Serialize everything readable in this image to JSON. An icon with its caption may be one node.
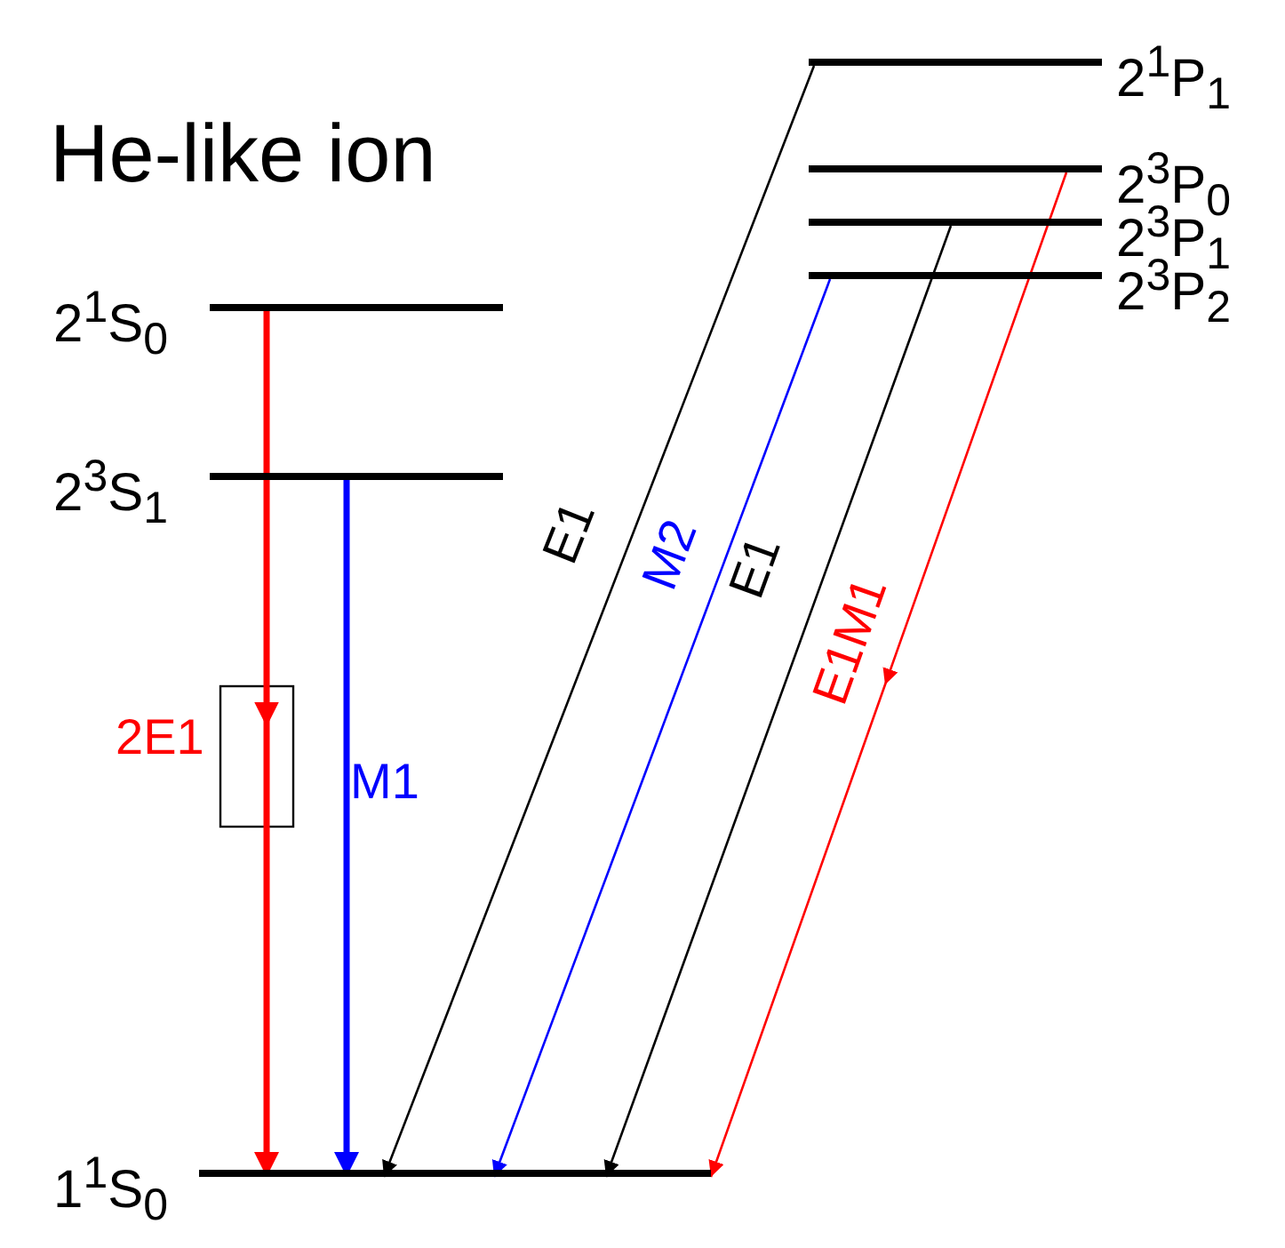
{
  "diagram": {
    "title": "He-like ion",
    "nodes": [
      {
        "text": [
          "1$^{1}$S$_{0}$"
        ]
      },
      {
        "text": [
          "2$^{1}$S$_{0}$"
        ]
      },
      {
        "text": [
          "2$^{3}$S$_{1}$"
        ]
      },
      {
        "text": [
          "2$^{1}$P$_{1}$"
        ]
      },
      {
        "text": [
          "2$^{3}$P$_{0}$"
        ]
      },
      {
        "text": [
          "2$^{3}$P$_{1}$"
        ]
      },
      {
        "text": [
          "2$^{3}$P$_{2}$"
        ]
      }
    ],
    "edges": [
      {
        "from": 1,
        "to": 0,
        "arrow": "to",
        "label": "2E1",
        "style": "thick",
        "color": "#ff0000"
      },
      {
        "from": 2,
        "to": 0,
        "arrow": "to",
        "label": "M1",
        "style": "thick",
        "color": "#0000ff"
      },
      {
        "from": 3,
        "to": 0,
        "arrow": "to",
        "label": "E1",
        "color": "#000000"
      },
      {
        "from": 6,
        "to": 0,
        "arrow": "to",
        "label": "M2",
        "color": "#0000ff"
      },
      {
        "from": 5,
        "to": 0,
        "arrow": "to",
        "label": "E1",
        "color": "#000000"
      },
      {
        "from": 4,
        "to": 0,
        "arrow": "to",
        "label": "E1M1",
        "color": "#ff0000"
      }
    ]
  }
}
